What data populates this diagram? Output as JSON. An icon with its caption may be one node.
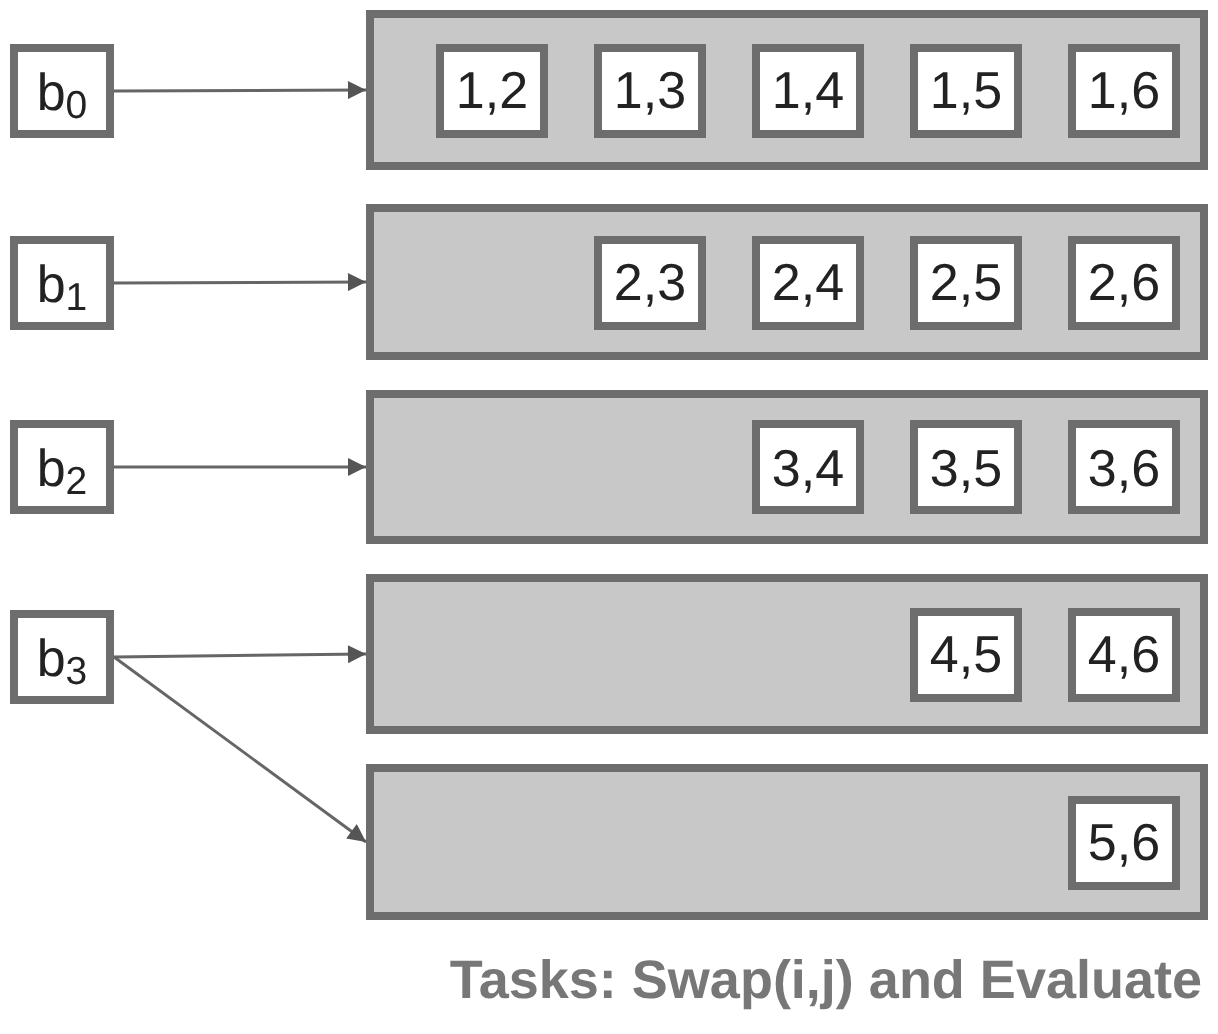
{
  "diagram": {
    "caption": "Tasks: Swap(i,j) and Evaluate",
    "nodes": [
      {
        "text": [
          "b$_{0}$"
        ]
      },
      {
        "text": [],
        "shape": "bar"
      },
      {
        "text": [
          "1,2"
        ],
        "in": 1
      },
      {
        "text": [
          "1,3"
        ],
        "in": 1
      },
      {
        "text": [
          "1,4"
        ],
        "in": 1
      },
      {
        "text": [
          "1,5"
        ],
        "in": 1
      },
      {
        "text": [
          "1,6"
        ],
        "in": 1
      },
      {
        "text": [
          "b$_{1}$"
        ]
      },
      {
        "text": [],
        "shape": "bar"
      },
      {
        "text": [
          "2,3"
        ],
        "in": 8
      },
      {
        "text": [
          "2,4"
        ],
        "in": 8
      },
      {
        "text": [
          "2,5"
        ],
        "in": 8
      },
      {
        "text": [
          "2,6"
        ],
        "in": 8
      },
      {
        "text": [
          "b$_{2}$"
        ]
      },
      {
        "text": [],
        "shape": "bar"
      },
      {
        "text": [
          "3,4"
        ],
        "in": 14
      },
      {
        "text": [
          "3,5"
        ],
        "in": 14
      },
      {
        "text": [
          "3,6"
        ],
        "in": 14
      },
      {
        "text": [
          "b$_{3}$"
        ]
      },
      {
        "text": [],
        "shape": "bar"
      },
      {
        "text": [
          "4,5"
        ],
        "in": 19
      },
      {
        "text": [
          "4,6"
        ],
        "in": 19
      },
      {
        "text": [],
        "shape": "bar"
      },
      {
        "text": [
          "5,6"
        ],
        "in": 22
      }
    ],
    "edges": [
      {
        "from": 0,
        "to": 1,
        "arrow": "to"
      },
      {
        "from": 7,
        "to": 8,
        "arrow": "to"
      },
      {
        "from": 13,
        "to": 14,
        "arrow": "to"
      },
      {
        "from": 18,
        "to": 19,
        "arrow": "to"
      },
      {
        "from": 18,
        "to": 22,
        "arrow": "to"
      }
    ]
  }
}
